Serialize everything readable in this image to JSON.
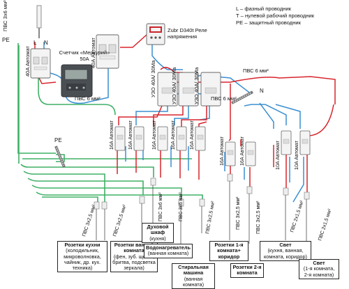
{
  "legend": {
    "items": [
      "L – фазный проводник",
      "T – нулевой рабочий проводник",
      "PE – защитный проводник"
    ]
  },
  "input": {
    "cable": "ПВС 3х6 мм²",
    "pe": "PE"
  },
  "main_breaker": {
    "label": "40A Автомат",
    "l": "L",
    "n": "N"
  },
  "meter": {
    "label": "Счетчик «Меркурий» 50A"
  },
  "second_breaker": {
    "label": "40A Автомат"
  },
  "relay": {
    "label": "Zubr D340t Реле напряжения"
  },
  "cable_top": "ПВС 6 мм²",
  "cable_mid": "ПВС 6 мм²",
  "cable_meter": "ПВС 6 мм²",
  "n_label": "N",
  "pe_label": "PE",
  "rcds": [
    "УЗО 40А/ 30Ма",
    "УЗО 40А/ 30Ма",
    "УЗО 40А/ 30Ма"
  ],
  "breakers_16a": [
    "16A Автомат",
    "16A Автомат",
    "16A Автомат",
    "16A Автомат",
    "16A Автомат",
    "16A Автомат",
    "16A Автомат"
  ],
  "breakers_10a": [
    "10A Автомат",
    "10A Автомат"
  ],
  "cables_bottom": [
    "ПВС 3х2,5 мм²",
    "ПВС 3х2,5 мм²",
    "ПВС 3х6 мм²",
    "ПВС 3х6 мм²",
    "ПВС 3х2,5 мм²",
    "ПВС 3х2,5 мм²",
    "ПВС 3х2,5 мм²",
    "ПВС 2х1,5 мм²",
    "ПВС 2х1,5 мм²"
  ],
  "loads": {
    "kitchen": {
      "title": "Розетки кухни",
      "desc": "(холодильник, микроволновка, чайник, др. кух. техника)"
    },
    "bath": {
      "title": "Розетки ванной комната",
      "desc": "(фен, зуб. щетка, бритва, подсветка зеркала)"
    },
    "oven": {
      "title": "Духовой шкаф",
      "desc": "(кухня)"
    },
    "heater": {
      "title": "Водонагреватель",
      "desc": "(ванная комната)"
    },
    "washer": {
      "title": "Стиральная машина",
      "desc": "(ванная комната)"
    },
    "room1": {
      "title": "Розетки 1-я комната+ коридор",
      "desc": ""
    },
    "room2": {
      "title": "Розетки 2-я комната",
      "desc": ""
    },
    "light1": {
      "title": "Свет",
      "desc": "(кухня, ванная, комната, коридор)"
    },
    "light2": {
      "title": "Свет",
      "desc": "(1-я комната, 2-я комната)"
    }
  },
  "colors": {
    "phase": "#d8242b",
    "neutral": "#3a8fd1",
    "pe": "#3fb067"
  }
}
